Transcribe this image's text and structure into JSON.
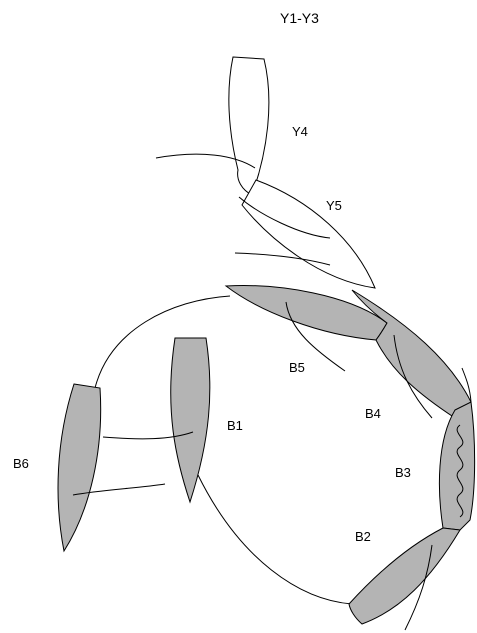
{
  "labels": {
    "y1_y3": "Y1-Y3",
    "y4": "Y4",
    "y5": "Y5",
    "b1": "B1",
    "b2": "B2",
    "b3": "B3",
    "b4": "B4",
    "b5": "B5",
    "b6": "B6"
  },
  "colors": {
    "background": "#ffffff",
    "outline": "#000000",
    "boat_fill_grey": "#b4b4b4",
    "boat_fill_white": "#ffffff"
  }
}
